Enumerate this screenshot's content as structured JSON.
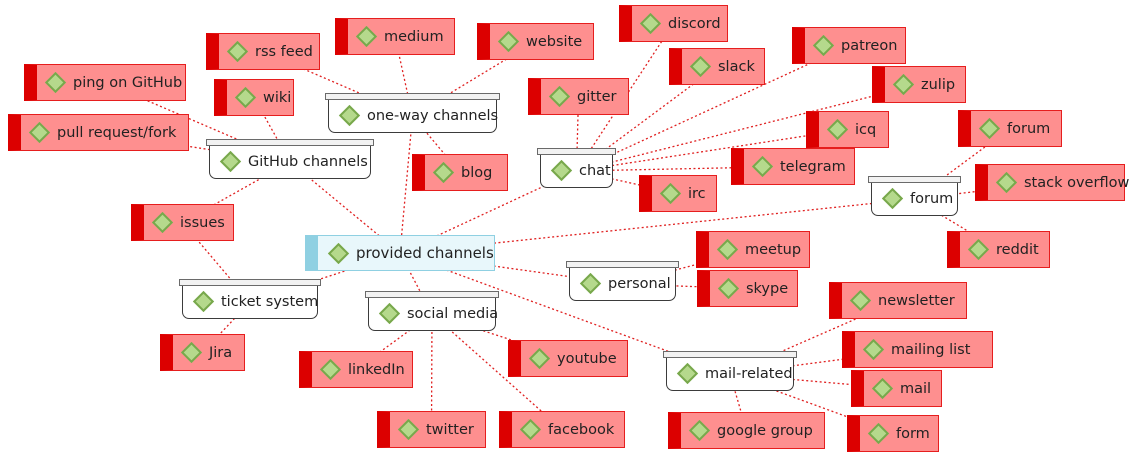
{
  "central": "provided channels",
  "branches": {
    "github_channels": "GitHub channels",
    "one_way_channels": "one-way channels",
    "chat": "chat",
    "forum": "forum",
    "ticket_system": "ticket system",
    "social_media": "social media",
    "personal": "personal",
    "mail_related": "mail-related"
  },
  "leaves": {
    "ping_on_github": "ping on GitHub",
    "pull_request_fork": "pull request/fork",
    "wiki": "wiki",
    "rss_feed": "rss feed",
    "medium": "medium",
    "website": "website",
    "blog": "blog",
    "discord": "discord",
    "slack": "slack",
    "gitter": "gitter",
    "patreon": "patreon",
    "zulip": "zulip",
    "icq": "icq",
    "telegram": "telegram",
    "irc": "irc",
    "forum_leaf": "forum",
    "stack_overflow": "stack overflow",
    "reddit": "reddit",
    "issues": "issues",
    "jira": "Jira",
    "linkedin": "linkedIn",
    "youtube": "youtube",
    "twitter": "twitter",
    "facebook": "facebook",
    "meetup": "meetup",
    "skype": "skype",
    "newsletter": "newsletter",
    "mailing_list": "mailing list",
    "mail": "mail",
    "form": "form",
    "google_group": "google group"
  },
  "colors": {
    "leaf_fill": "#fe8f8f",
    "leaf_accent": "#dc0000",
    "central_fill": "#e8f7fb",
    "central_accent": "#8fd0e2",
    "connector": "#e02020",
    "icon_fill": "#b5d98c"
  },
  "icons": {
    "topic": "green-diamond-icon"
  }
}
